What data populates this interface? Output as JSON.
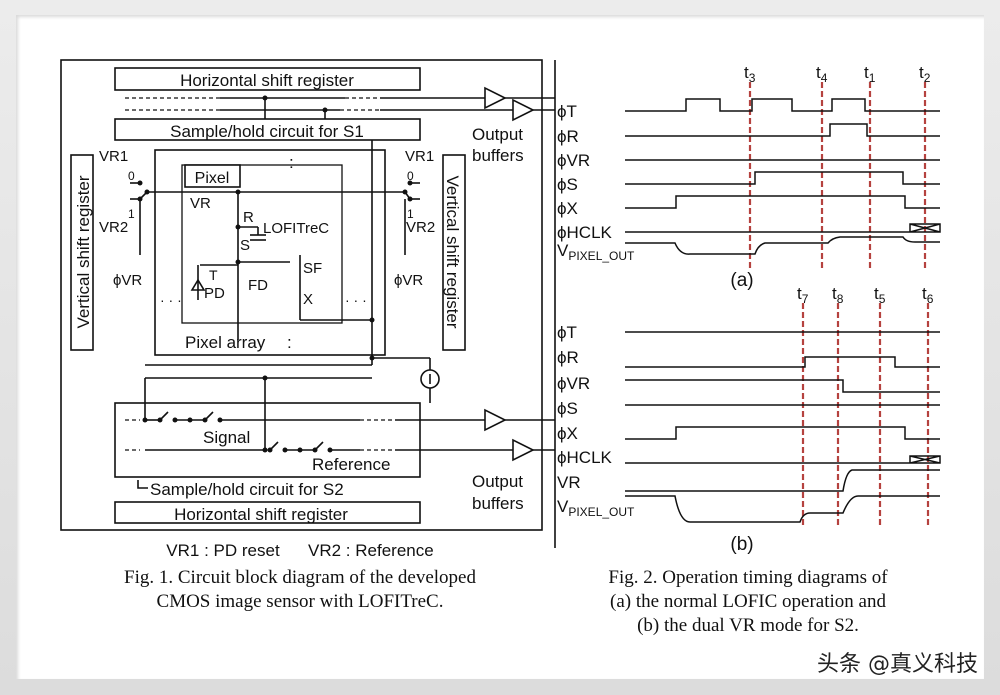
{
  "figure1": {
    "blocks": {
      "hsr_top": "Horizontal shift register",
      "sh_s1": "Sample/hold circuit for S1",
      "sh_s2": "Sample/hold circuit for S2",
      "hsr_bottom": "Horizontal shift register",
      "vsr_left": "Vertical shift register",
      "vsr_right": "Vertical shift register",
      "pixel": "Pixel",
      "pixel_array": "Pixel array"
    },
    "labels": {
      "vr1": "VR1",
      "vr2": "VR2",
      "zero": "0",
      "one": "1",
      "phi_vr": "ϕVR",
      "vr": "VR",
      "r": "R",
      "s": "S",
      "lofitrec": "LOFITreC",
      "t": "T",
      "pd": "PD",
      "fd": "FD",
      "sf": "SF",
      "x": "X",
      "signal": "Signal",
      "reference": "Reference",
      "output_buffers_1": "Output",
      "output_buffers_2": "buffers",
      "dots_h": "· · ·",
      "dots_v": ":"
    },
    "legend": "VR1 : PD reset      VR2 : Reference",
    "caption_line1": "Fig. 1. Circuit block diagram of the developed",
    "caption_line2": "CMOS image sensor with LOFITreC."
  },
  "figure2": {
    "panel_a": {
      "label": "(a)",
      "markers": [
        "t3",
        "t4",
        "t1",
        "t2"
      ],
      "signals": [
        "ϕT",
        "ϕR",
        "ϕVR",
        "ϕS",
        "ϕX",
        "ϕHCLK",
        "VPIXEL_OUT"
      ]
    },
    "panel_b": {
      "label": "(b)",
      "markers": [
        "t7",
        "t8",
        "t5",
        "t6"
      ],
      "signals": [
        "ϕT",
        "ϕR",
        "ϕVR",
        "ϕS",
        "ϕX",
        "ϕHCLK",
        "VR",
        "VPIXEL_OUT"
      ]
    },
    "caption_line1": "Fig. 2. Operation timing diagrams of",
    "caption_line2": "(a) the normal LOFIC operation and",
    "caption_line3": "(b) the dual VR mode for S2."
  },
  "colors": {
    "marker": "#b5423f",
    "line": "#111111"
  },
  "watermark": "头条 @真义科技"
}
